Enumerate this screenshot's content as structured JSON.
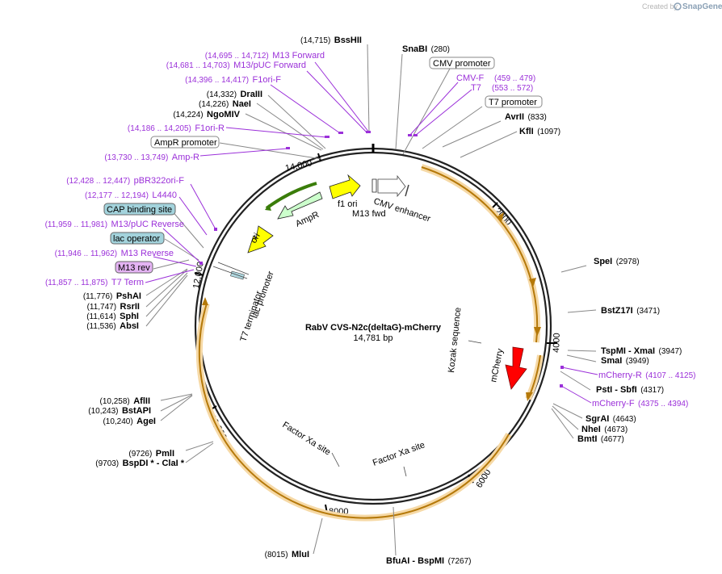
{
  "credit": {
    "prefix": "Created by",
    "brand": "SnapGene"
  },
  "title": {
    "name": "RabV CVS-N2c(deltaG)-mCherry",
    "size": "14,781 bp"
  },
  "ticks": [
    "2000",
    "4000",
    "6000",
    "8000",
    "10,000",
    "12,000",
    "14,000"
  ],
  "sites": [
    {
      "pos": "(14,715)",
      "name": "BssHII"
    },
    {
      "pos": "(280)",
      "name": "SnaBI"
    },
    {
      "pos": "(833)",
      "name": "AvrII"
    },
    {
      "pos": "(1097)",
      "name": "KflI"
    },
    {
      "pos": "(2978)",
      "name": "SpeI"
    },
    {
      "pos": "(3471)",
      "name": "BstZ17I"
    },
    {
      "pos": "(3947)",
      "name": "TspMI - XmaI"
    },
    {
      "pos": "(3949)",
      "name": "SmaI"
    },
    {
      "pos": "(4317)",
      "name": "PstI - SbfI"
    },
    {
      "pos": "(4643)",
      "name": "SgrAI"
    },
    {
      "pos": "(4673)",
      "name": "NheI"
    },
    {
      "pos": "(4677)",
      "name": "BmtI"
    },
    {
      "pos": "(7267)",
      "name": "BfuAI - BspMI"
    },
    {
      "pos": "(8015)",
      "name": "MluI"
    },
    {
      "pos": "(9726)",
      "name": "PmlI"
    },
    {
      "pos": "(9703)",
      "name": "BspDI * - ClaI *"
    },
    {
      "pos": "(10,258)",
      "name": "AflII"
    },
    {
      "pos": "(10,243)",
      "name": "BstAPI"
    },
    {
      "pos": "(10,240)",
      "name": "AgeI"
    },
    {
      "pos": "(11,776)",
      "name": "PshAI"
    },
    {
      "pos": "(11,747)",
      "name": "RsrII"
    },
    {
      "pos": "(11,614)",
      "name": "SphI"
    },
    {
      "pos": "(11,536)",
      "name": "AbsI"
    },
    {
      "pos": "(14,332)",
      "name": "DraIII"
    },
    {
      "pos": "(14,226)",
      "name": "NaeI"
    },
    {
      "pos": "(14,224)",
      "name": "NgoMIV"
    }
  ],
  "primers": [
    {
      "pos": "(14,695 .. 14,712)",
      "name": "M13 Forward"
    },
    {
      "pos": "(14,681 .. 14,703)",
      "name": "M13/pUC Forward"
    },
    {
      "pos": "(14,396 .. 14,417)",
      "name": "F1ori-F"
    },
    {
      "pos": "(14,186 .. 14,205)",
      "name": "F1ori-R"
    },
    {
      "pos": "(13,730 .. 13,749)",
      "name": "Amp-R"
    },
    {
      "pos": "(12,428 .. 12,447)",
      "name": "pBR322ori-F"
    },
    {
      "pos": "(12,177 .. 12,194)",
      "name": "L4440"
    },
    {
      "pos": "(11,959 .. 11,981)",
      "name": "M13/pUC Reverse"
    },
    {
      "pos": "(11,946 .. 11,962)",
      "name": "M13 Reverse"
    },
    {
      "pos": "(11,857 .. 11,875)",
      "name": "T7 Term"
    },
    {
      "pos": "(459 .. 479)",
      "name": "CMV-F"
    },
    {
      "pos": "(553 .. 572)",
      "name": "T7"
    },
    {
      "pos": "(4107 .. 4125)",
      "name": "mCherry-R"
    },
    {
      "pos": "(4375 .. 4394)",
      "name": "mCherry-F"
    }
  ],
  "boxed_features": [
    "CMV promoter",
    "T7 promoter",
    "AmpR promoter",
    "CAP binding site",
    "lac operator",
    "M13 rev"
  ],
  "features": [
    "ori",
    "AmpR",
    "f1 ori",
    "M13 fwd",
    "CMV enhancer",
    "lac promoter",
    "T7 terminator",
    "Kozak sequence",
    "mCherry",
    "Factor Xa site",
    "Factor Xa site"
  ],
  "colors": {
    "primer": "#9b30d9",
    "rabies_genome": "#f6d9a6",
    "genome_arrow": "#b5790a",
    "mCherry": "#ff0000",
    "ori": "#ffff00",
    "f1_ori": "#ffff00",
    "AmpR": "#ccffcc",
    "AmpR_promoter": "#3a7d0a",
    "cap_box": "#a3d3dc",
    "lac_box": "#a3d3dc",
    "m13_box": "#e4b3f3"
  }
}
